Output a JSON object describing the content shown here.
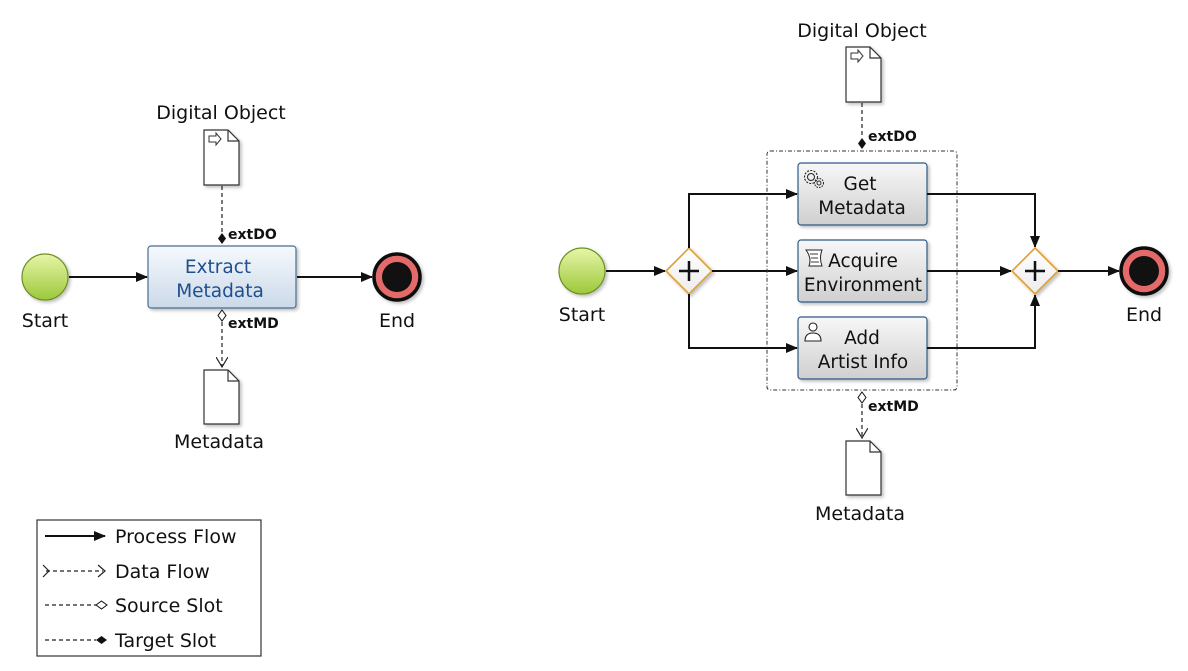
{
  "left_process": {
    "start_label": "Start",
    "end_label": "End",
    "input_object_label": "Digital Object",
    "output_object_label": "Metadata",
    "task_line1": "Extract",
    "task_line2": "Metadata",
    "input_slot": "extDO",
    "output_slot": "extMD"
  },
  "right_process": {
    "start_label": "Start",
    "end_label": "End",
    "input_object_label": "Digital Object",
    "output_object_label": "Metadata",
    "input_slot": "extDO",
    "output_slot": "extMD",
    "tasks": [
      {
        "line1": "Get",
        "line2": "Metadata",
        "icon": "gear-icon"
      },
      {
        "line1": "Acquire",
        "line2": "Environment",
        "icon": "script-icon"
      },
      {
        "line1": "Add",
        "line2": "Artist Info",
        "icon": "user-icon"
      }
    ]
  },
  "legend": {
    "items": [
      "Process Flow",
      "Data Flow",
      "Source Slot",
      "Target Slot"
    ]
  }
}
